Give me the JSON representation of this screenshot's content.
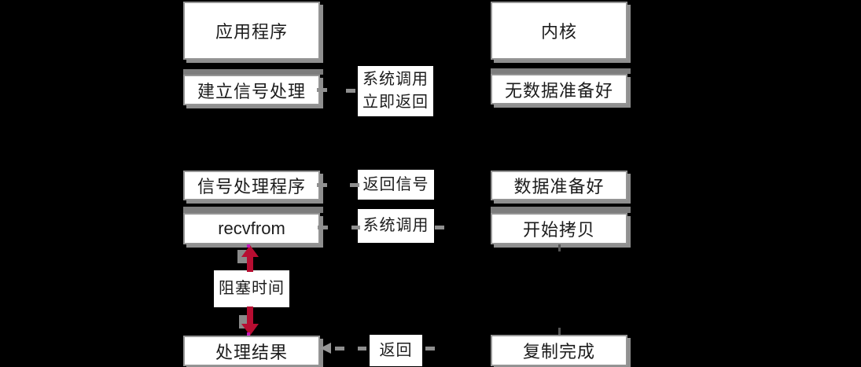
{
  "diagram_title": "signal-driven-io-flow",
  "boxes": {
    "application": "应用程序",
    "setup_signal_handler": "建立信号处理",
    "signal_handler": "信号处理程序",
    "recvfrom": "recvfrom",
    "process_result": "处理结果",
    "kernel": "内核",
    "no_data_ready": "无数据准备好",
    "data_ready": "数据准备好",
    "start_copy": "开始拷贝",
    "copy_complete": "复制完成"
  },
  "labels": {
    "syscall_line1": "系统调用",
    "syscall_line2": "立即返回",
    "return_signal": "返回信号",
    "syscall": "系统调用",
    "blocking_time": "阻塞时间",
    "return_label": "返回"
  },
  "colors": {
    "background": "#000000",
    "box_fill": "#ffffff",
    "box_border": "#959595",
    "box_shadow": "#8f8f8f",
    "top_strip": "#7d7d7d",
    "dash": "#8f8f8f",
    "arrow_red": "#b70d31",
    "tip_magenta": "#c415b8",
    "text": "#1c1c1c"
  }
}
